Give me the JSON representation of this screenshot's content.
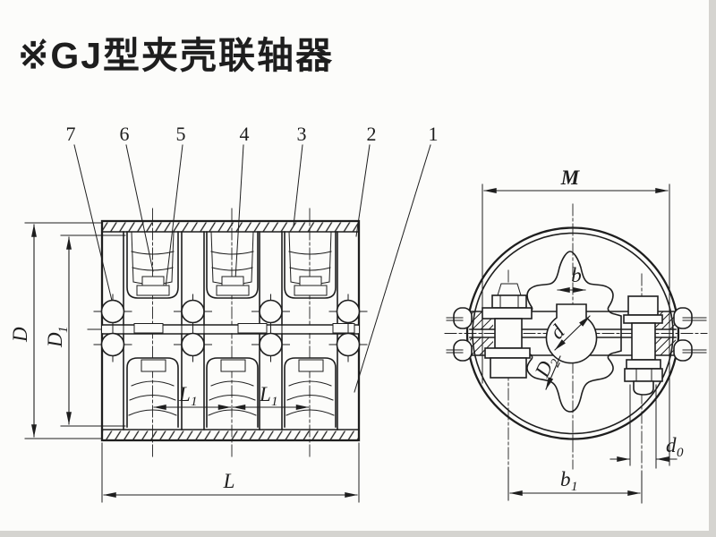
{
  "title": "※GJ型夹壳联轴器",
  "callouts": [
    "7",
    "6",
    "5",
    "4",
    "3",
    "2",
    "1"
  ],
  "side_view": {
    "dim_D": "D",
    "dim_D1": {
      "base": "D",
      "sub": "1"
    },
    "dim_L": "L",
    "dim_L1_left": {
      "base": "L",
      "sub": "1"
    },
    "dim_L1_right": {
      "base": "L",
      "sub": "1"
    }
  },
  "end_view": {
    "dim_M": "M",
    "dim_b": "b",
    "dim_d": "d",
    "dim_D2": {
      "base": "D",
      "sub": "2"
    },
    "dim_b1": {
      "base": "b",
      "sub": "1"
    },
    "dim_d0": {
      "base": "d",
      "sub": "0"
    }
  },
  "colors": {
    "line": "#1e1e1e",
    "paper": "#fcfcfa",
    "scan_edge": "#d5d4d0"
  }
}
